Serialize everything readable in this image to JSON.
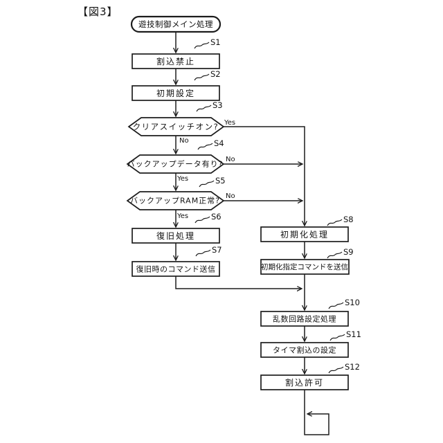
{
  "figure_label": "【図3】",
  "ink_color": "#1c1c1c",
  "flowchart": {
    "start_label": "遊技制御メイン処理",
    "steps": {
      "s1": {
        "id": "S1",
        "label": "割込禁止"
      },
      "s2": {
        "id": "S2",
        "label": "初期設定"
      },
      "s3": {
        "id": "S3",
        "label": "クリアスイッチオン?",
        "yes": "Yes",
        "no": "No"
      },
      "s4": {
        "id": "S4",
        "label": "バックアップデータ有り?",
        "yes": "Yes",
        "no": "No"
      },
      "s5": {
        "id": "S5",
        "label": "バックアップRAM正常?",
        "yes": "Yes",
        "no": "No"
      },
      "s6": {
        "id": "S6",
        "label": "復旧処理"
      },
      "s7": {
        "id": "S7",
        "label": "復旧時のコマンド送信"
      },
      "s8": {
        "id": "S8",
        "label": "初期化処理"
      },
      "s9": {
        "id": "S9",
        "label": "初期化指定コマンドを送信"
      },
      "s10": {
        "id": "S10",
        "label": "乱数回路設定処理"
      },
      "s11": {
        "id": "S11",
        "label": "タイマ割込の設定"
      },
      "s12": {
        "id": "S12",
        "label": "割込許可"
      }
    }
  }
}
